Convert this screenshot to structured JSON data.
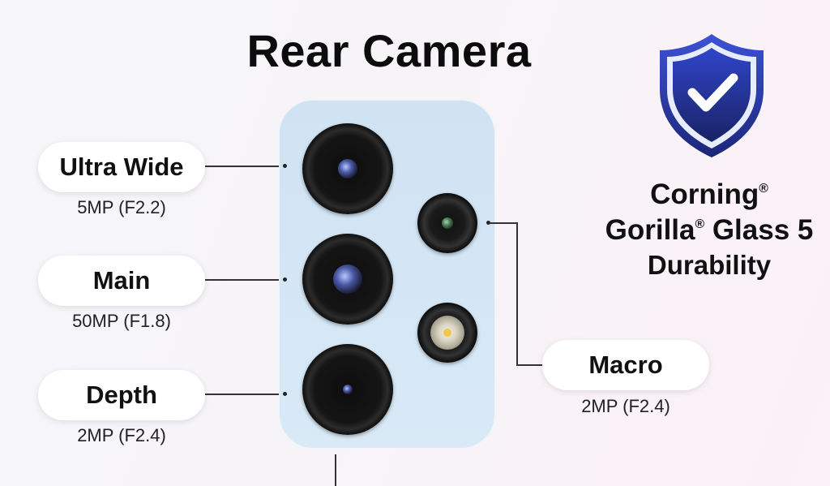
{
  "title": "Rear Camera",
  "cameras": [
    {
      "name": "Ultra Wide",
      "spec": "5MP (F2.2)"
    },
    {
      "name": "Main",
      "spec": "50MP (F1.8)"
    },
    {
      "name": "Depth",
      "spec": "2MP (F2.4)"
    },
    {
      "name": "Macro",
      "spec": "2MP (F2.4)"
    }
  ],
  "badge": {
    "line1": "Corning",
    "line2a": "Gorilla",
    "line2b": " Glass 5",
    "line3": "Durability",
    "registered": "®",
    "icon": "shield-check-icon"
  },
  "colors": {
    "module": "#d3e6f5",
    "shield": "#2d3fbf",
    "accent": "#f1c84b"
  }
}
